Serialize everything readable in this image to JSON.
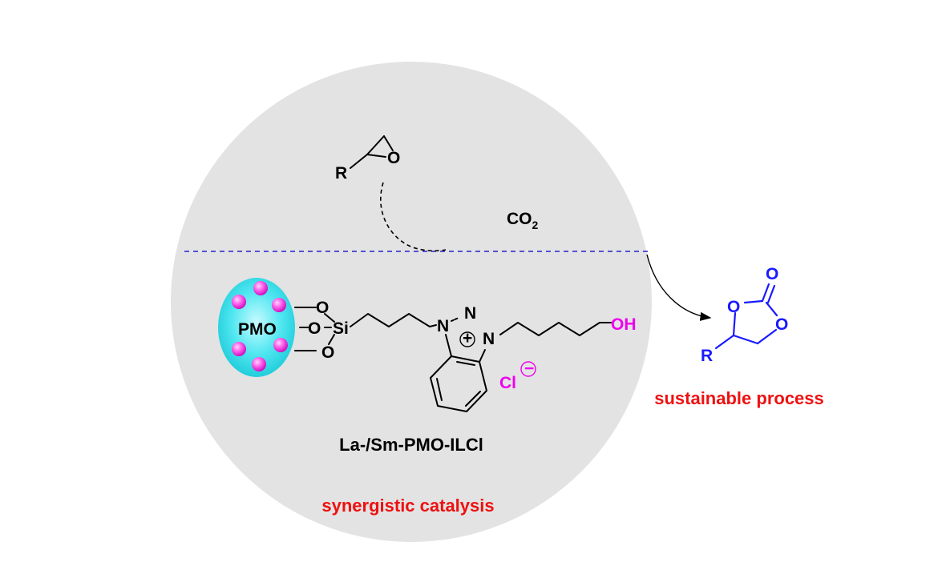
{
  "epoxide": {
    "r_label": "R",
    "o_label": "O"
  },
  "co2": {
    "main": "CO",
    "subscript": "2"
  },
  "catalyst": {
    "support_label": "PMO",
    "o_labels": [
      "O",
      "O",
      "O"
    ],
    "si_label": "Si",
    "n_labels": [
      "N",
      "N",
      "N"
    ],
    "plus_symbol": "+",
    "oh_label": "OH",
    "counterion": "Cl",
    "minus_symbol": "−",
    "name": "La-/Sm-PMO-ILCl"
  },
  "product": {
    "o_carbonyl": "O",
    "o_ring1": "O",
    "o_ring2": "O",
    "r_label": "R"
  },
  "captions": {
    "synergy": "synergistic catalysis",
    "sustainable": "sustainable process"
  },
  "colors": {
    "circle_fill": "#e3e3e3",
    "particle_fill": "#33e0e8",
    "bead_fill": "#ff55ee",
    "product": "#1a1aff",
    "caption": "#ee1111",
    "magenta": "#ee00ee",
    "interface_line": "#2222cc"
  }
}
